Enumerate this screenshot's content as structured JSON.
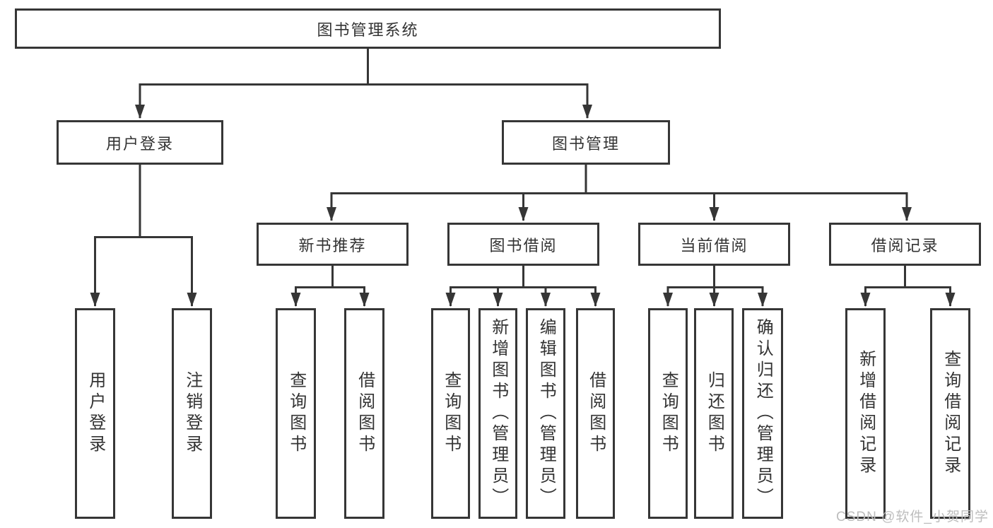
{
  "watermark": "CSDN @软件_小贺同学",
  "colors": {
    "line": "#363636",
    "text": "#333333",
    "watermark": "#bdbdbd",
    "bg": "#ffffff"
  },
  "tree": {
    "root": {
      "label": "图书管理系统"
    },
    "branches": [
      {
        "label": "用户登录",
        "children": [
          {
            "label": "用户登录"
          },
          {
            "label": "注销登录"
          }
        ]
      },
      {
        "label": "图书管理",
        "children": [
          {
            "label": "新书推荐",
            "children": [
              {
                "label": "查询图书"
              },
              {
                "label": "借阅图书"
              }
            ]
          },
          {
            "label": "图书借阅",
            "children": [
              {
                "label": "查询图书"
              },
              {
                "label": "新增图书（管理员）"
              },
              {
                "label": "编辑图书（管理员）"
              },
              {
                "label": "借阅图书"
              }
            ]
          },
          {
            "label": "当前借阅",
            "children": [
              {
                "label": "查询图书"
              },
              {
                "label": "归还图书"
              },
              {
                "label": "确认归还（管理员）"
              }
            ]
          },
          {
            "label": "借阅记录",
            "children": [
              {
                "label": "新增借阅记录"
              },
              {
                "label": "查询借阅记录"
              }
            ]
          }
        ]
      }
    ]
  }
}
